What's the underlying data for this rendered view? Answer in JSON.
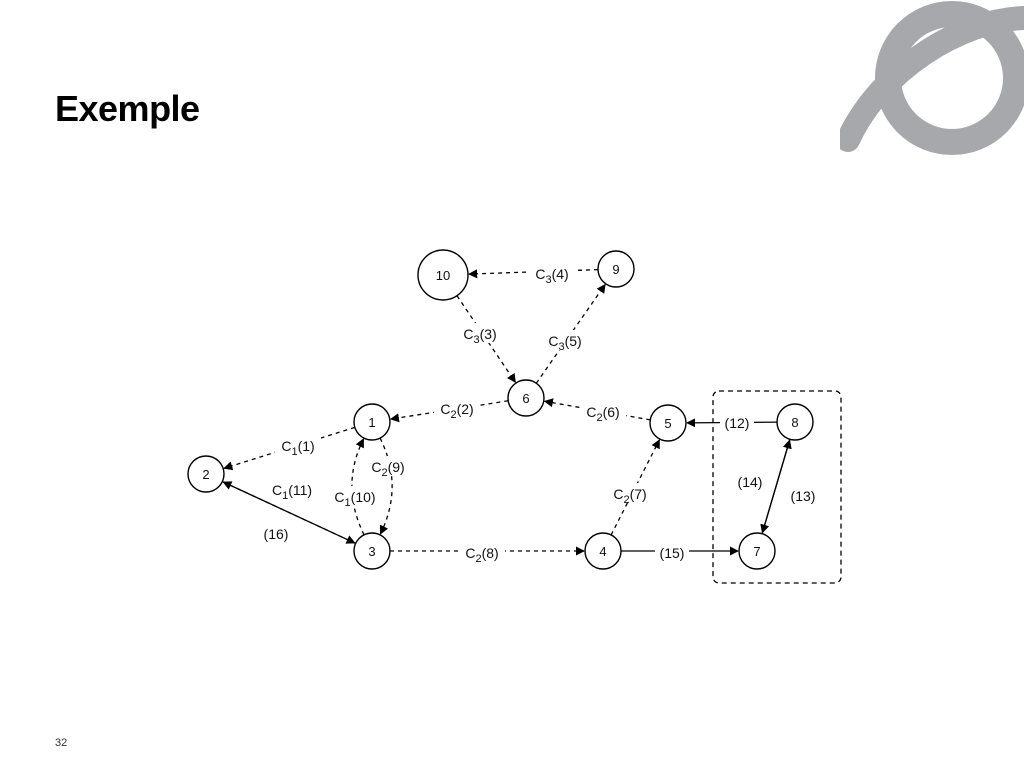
{
  "slide": {
    "title": "Exemple",
    "page_number": "32"
  },
  "logo": {
    "icon": "globe-ring-logo-icon",
    "color": "#a6a8ab"
  },
  "colors": {
    "stroke": "#000000",
    "node_fill": "#ffffff",
    "text": "#111111"
  },
  "diagram": {
    "nodes": [
      {
        "id": "1",
        "label": "1"
      },
      {
        "id": "2",
        "label": "2"
      },
      {
        "id": "3",
        "label": "3"
      },
      {
        "id": "4",
        "label": "4"
      },
      {
        "id": "5",
        "label": "5"
      },
      {
        "id": "6",
        "label": "6"
      },
      {
        "id": "7",
        "label": "7"
      },
      {
        "id": "8",
        "label": "8"
      },
      {
        "id": "9",
        "label": "9"
      },
      {
        "id": "10",
        "label": "10"
      }
    ],
    "edges": [
      {
        "from": "1",
        "to": "2",
        "style": "dashed",
        "main": "C",
        "sub": "1",
        "num": "(1)"
      },
      {
        "from": "6",
        "to": "1",
        "style": "dashed",
        "main": "C",
        "sub": "2",
        "num": "(2)"
      },
      {
        "from": "10",
        "to": "6",
        "style": "dashed",
        "main": "C",
        "sub": "3",
        "num": "(3)"
      },
      {
        "from": "9",
        "to": "10",
        "style": "dashed",
        "main": "C",
        "sub": "3",
        "num": "(4)"
      },
      {
        "from": "6",
        "to": "9",
        "style": "dashed",
        "main": "C",
        "sub": "3",
        "num": "(5)"
      },
      {
        "from": "5",
        "to": "6",
        "style": "dashed",
        "main": "C",
        "sub": "2",
        "num": "(6)"
      },
      {
        "from": "4",
        "to": "5",
        "style": "dashed",
        "main": "C",
        "sub": "2",
        "num": "(7)"
      },
      {
        "from": "3",
        "to": "4",
        "style": "dashed",
        "main": "C",
        "sub": "2",
        "num": "(8)"
      },
      {
        "from": "1",
        "to": "3",
        "style": "dashed",
        "main": "C",
        "sub": "2",
        "num": "(9)"
      },
      {
        "from": "3",
        "to": "1",
        "style": "dashed",
        "main": "C",
        "sub": "1",
        "num": "(10)"
      },
      {
        "from": "2",
        "to": "3",
        "style": "dashed",
        "main": "C",
        "sub": "1",
        "num": "(11)"
      },
      {
        "from": "8",
        "to": "5",
        "style": "solid",
        "main": "",
        "sub": "",
        "num": "(12)"
      },
      {
        "from": "7",
        "to": "8",
        "style": "solid",
        "main": "",
        "sub": "",
        "num": "(13)"
      },
      {
        "from": "8",
        "to": "7",
        "style": "solid",
        "main": "",
        "sub": "",
        "num": "(14)"
      },
      {
        "from": "4",
        "to": "7",
        "style": "solid",
        "main": "",
        "sub": "",
        "num": "(15)"
      },
      {
        "from": "3",
        "to": "2",
        "style": "solid",
        "main": "",
        "sub": "",
        "num": "(16)"
      }
    ],
    "cluster": {
      "members": [
        "7",
        "8"
      ],
      "style": "dashed"
    }
  }
}
